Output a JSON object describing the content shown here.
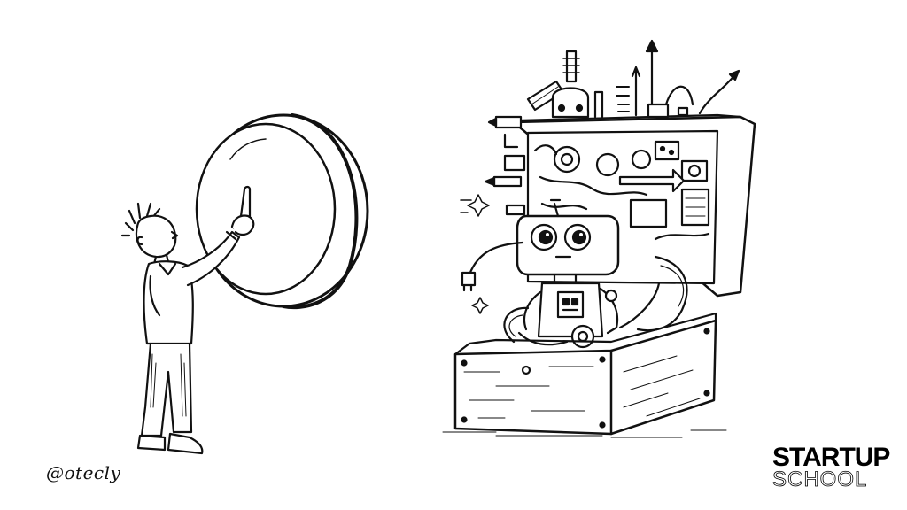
{
  "signature": "@otecly",
  "logo": {
    "line1": "STARTUP",
    "line2": "SCHOOL"
  },
  "colors": {
    "ink": "#111111",
    "paper": "#ffffff"
  }
}
